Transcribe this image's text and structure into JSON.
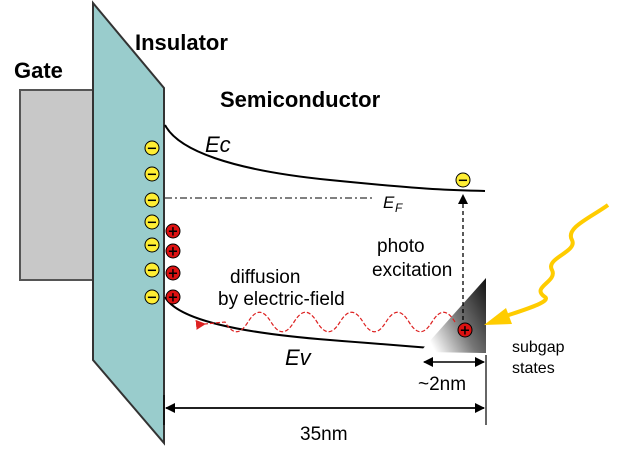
{
  "labels": {
    "gate": "Gate",
    "insulator": "Insulator",
    "semiconductor": "Semiconductor",
    "ec": "Ec",
    "ef_main": "E",
    "ef_sub": "F",
    "ev": "Ev",
    "photo_line1": "photo",
    "photo_line2": "excitation",
    "diffusion_line1": "diffusion",
    "diffusion_line2": "by electric-field",
    "subgap_line1": "subgap",
    "subgap_line2": "states",
    "dim_small": "~2nm",
    "dim_large": "35nm"
  },
  "charges": {
    "negative_symbol": "−",
    "positive_symbol": "+",
    "interface_negative_count": 7,
    "interface_positive_count": 4
  },
  "colors": {
    "insulator_fill": "#99cccc",
    "gate_fill": "#c8c8c8",
    "electron_fill": "#ffee33",
    "hole_fill": "#dd1111",
    "diffusion_wave": "#dd2222",
    "light_ray": "#ffcc00"
  }
}
